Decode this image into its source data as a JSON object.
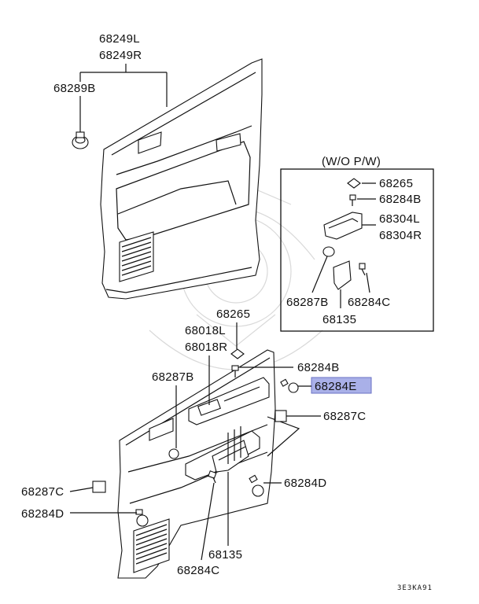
{
  "diagram": {
    "diagram_code": "3E3KA91",
    "highlight_color": "#a9b0e8",
    "upper_panel": {
      "labels": [
        "68249L",
        "68249R",
        "68289B"
      ]
    },
    "inset": {
      "title": "(W/O P/W)",
      "labels": [
        "68265",
        "68284B",
        "68304L",
        "68304R",
        "68287B",
        "68284C",
        "68135"
      ]
    },
    "lower_panel": {
      "labels": [
        "68265",
        "68018L",
        "68018R",
        "68284B",
        "68287B",
        "68284E",
        "68287C",
        "68287C",
        "68284D",
        "68284D",
        "68135",
        "68284C"
      ],
      "highlighted": "68284E"
    }
  }
}
